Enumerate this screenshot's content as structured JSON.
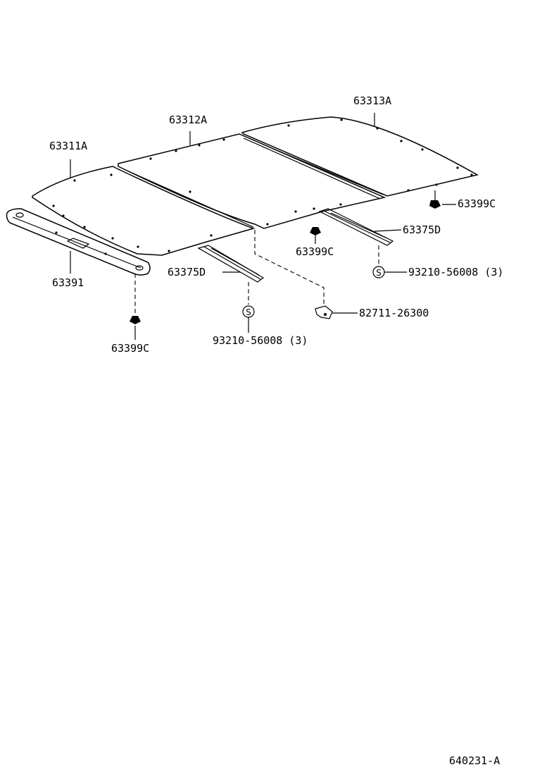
{
  "diagram": {
    "parts": {
      "roof_panel_front": "63311A",
      "roof_panel_center": "63312A",
      "roof_panel_rear": "63313A",
      "front_header_trim": "63391",
      "clip_right": "63399C",
      "clip_center": "63399C",
      "clip_front": "63399C",
      "rail_right": "63375D",
      "rail_center": "63375D",
      "screw_right": "93210-56008 (3)",
      "screw_center": "93210-56008 (3)",
      "bracket": "82711-26300"
    },
    "screw_symbol": "S",
    "figure_code": "640231-A"
  }
}
